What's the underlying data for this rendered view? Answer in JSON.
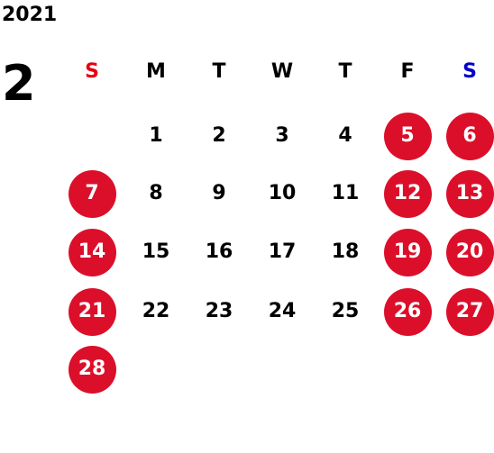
{
  "calendar": {
    "year": "2021",
    "month": "2",
    "weekday_labels": [
      "S",
      "M",
      "T",
      "W",
      "T",
      "F",
      "S"
    ],
    "accent_colors": {
      "sunday_label": "#e60012",
      "saturday_label": "#0000cc",
      "highlight_circle": "#dc0f2a"
    },
    "weeks": [
      [
        null,
        "1",
        "2",
        "3",
        "4",
        "5",
        "6"
      ],
      [
        "7",
        "8",
        "9",
        "10",
        "11",
        "12",
        "13"
      ],
      [
        "14",
        "15",
        "16",
        "17",
        "18",
        "19",
        "20"
      ],
      [
        "21",
        "22",
        "23",
        "24",
        "25",
        "26",
        "27"
      ],
      [
        "28",
        null,
        null,
        null,
        null,
        null,
        null
      ]
    ],
    "highlighted_days": [
      "5",
      "6",
      "7",
      "12",
      "13",
      "14",
      "19",
      "20",
      "21",
      "26",
      "27",
      "28"
    ]
  }
}
